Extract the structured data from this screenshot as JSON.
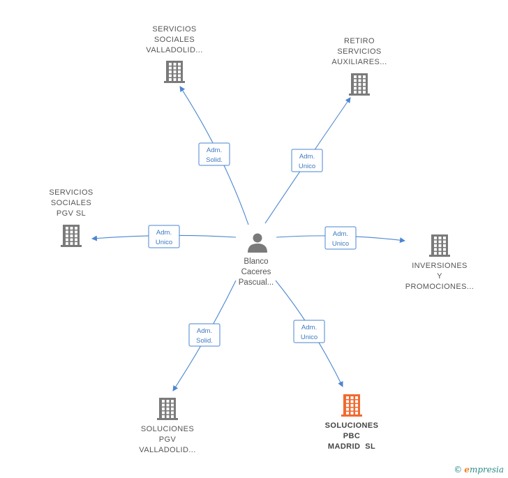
{
  "person": {
    "lines": [
      "Blanco",
      "Caceres",
      "Pascual..."
    ]
  },
  "companies": [
    {
      "id": "c1",
      "lines": [
        "SERVICIOS",
        "SOCIALES",
        "VALLADOLID..."
      ],
      "highlight": false
    },
    {
      "id": "c2",
      "lines": [
        "RETIRO",
        "SERVICIOS",
        "AUXILIARES..."
      ],
      "highlight": false
    },
    {
      "id": "c3",
      "lines": [
        "SERVICIOS",
        "SOCIALES",
        "PGV SL"
      ],
      "highlight": false
    },
    {
      "id": "c4",
      "lines": [
        "INVERSIONES",
        "Y",
        "PROMOCIONES..."
      ],
      "highlight": false
    },
    {
      "id": "c5",
      "lines": [
        "SOLUCIONES",
        "PGV",
        "VALLADOLID..."
      ],
      "highlight": false
    },
    {
      "id": "c6",
      "lines": [
        "SOLUCIONES",
        "PBC",
        "MADRID  SL"
      ],
      "highlight": true
    }
  ],
  "edges": [
    {
      "to": "c1",
      "label": [
        "Adm.",
        "Solid."
      ]
    },
    {
      "to": "c2",
      "label": [
        "Adm.",
        "Unico"
      ]
    },
    {
      "to": "c3",
      "label": [
        "Adm.",
        "Unico"
      ]
    },
    {
      "to": "c4",
      "label": [
        "Adm.",
        "Unico"
      ]
    },
    {
      "to": "c5",
      "label": [
        "Adm.",
        "Solid."
      ]
    },
    {
      "to": "c6",
      "label": [
        "Adm.",
        "Unico"
      ]
    }
  ],
  "colors": {
    "edge": "#4a86d0",
    "building": "#7a7a7a",
    "building_highlight": "#f26a30",
    "person": "#7a7a7a"
  },
  "watermark": {
    "copyright": "©",
    "brand_initial": "e",
    "brand_rest": "mpresia"
  }
}
